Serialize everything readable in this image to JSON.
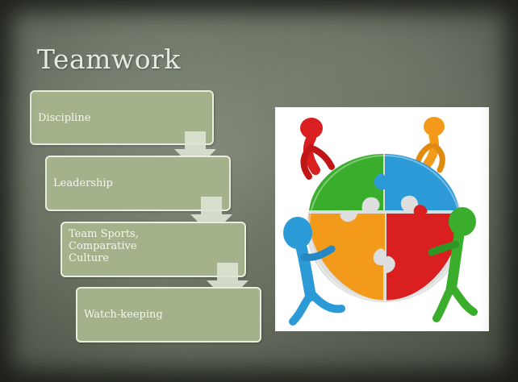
{
  "slide": {
    "title": "Teamwork",
    "steps": [
      {
        "label": "Discipline"
      },
      {
        "label": "Leadership"
      },
      {
        "label": "Team Sports,\nComparative\nCulture"
      },
      {
        "label": "Watch-keeping"
      }
    ],
    "picture": {
      "description_icon": "teamwork-puzzle-figures-icon"
    }
  },
  "colors": {
    "step_fill": "#a4b28b",
    "step_border": "#e9eee0",
    "arrow": "#dde3d3",
    "puzzle_red": "#d91f1f",
    "puzzle_green": "#3aae2c",
    "puzzle_blue": "#2d9ad8",
    "puzzle_orange": "#f39a1a"
  }
}
